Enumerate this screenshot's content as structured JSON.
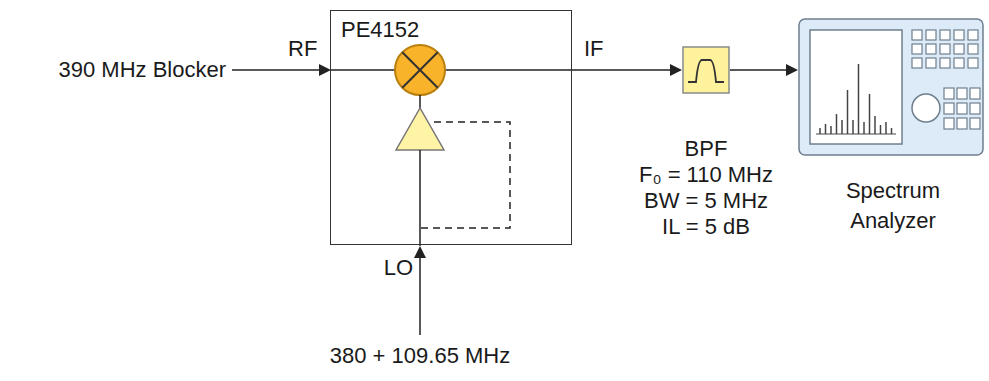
{
  "diagram": {
    "nodes": [
      {
        "text": [
          "PE4152"
        ]
      },
      {
        "text": [
          "BPF",
          "F₀ = 110 MHz",
          "BW = 5 MHz",
          "IL = 5 dB"
        ]
      },
      {
        "text": [
          "Spectrum Analyzer"
        ]
      }
    ],
    "edges": [
      {
        "from": 0,
        "to": 1,
        "arrow": "to",
        "label": "IF"
      },
      {
        "from": 1,
        "to": 2,
        "arrow": "to"
      }
    ],
    "labels": [
      "390 MHz Blocker",
      "RF",
      "LO",
      "380 + 109.65 MHz"
    ]
  }
}
